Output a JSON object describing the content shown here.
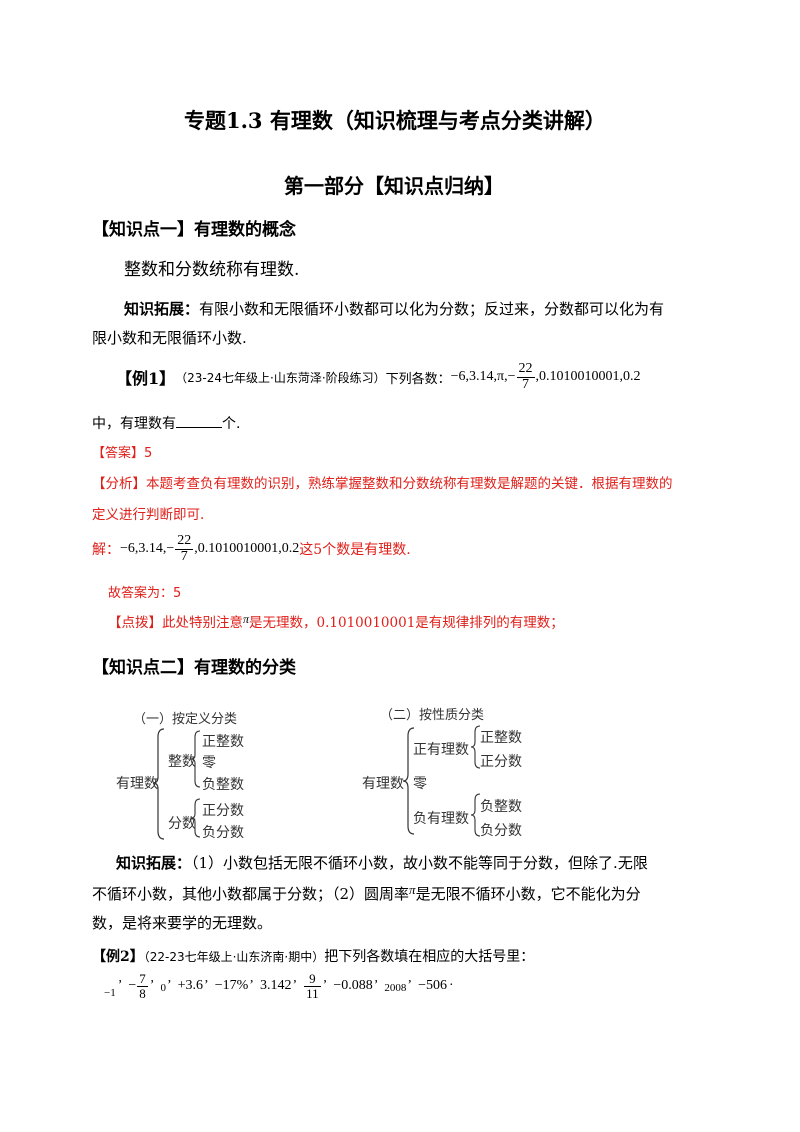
{
  "title": "专题1.3 有理数（知识梳理与考点分类讲解）",
  "part1": "第一部分【知识点归纳】",
  "kp1": {
    "heading": "【知识点一】有理数的概念",
    "definition": "整数和分数统称有理数.",
    "ext_label": "知识拓展：",
    "ext_text_1": "有限小数和无限循环小数都可以化为分数；反过来，分数都可以化为有",
    "ext_text_2": "限小数和无限循环小数."
  },
  "ex1": {
    "label": "【例1】",
    "source": "（23-24七年级上·山东菏泽·阶段练习）",
    "stem": "下列各数：",
    "nums_a": "−6,3.14,π,−",
    "frac_num": "22",
    "frac_den": "7",
    "nums_b": ",0.1010010001,0.2",
    "line2_a": "中，有理数有",
    "line2_b": "个."
  },
  "answer": {
    "label": "【答案】",
    "value": "5"
  },
  "analysis": {
    "label": "【分析】",
    "line1": "本题考查负有理数的识别，熟练掌握整数和分数统称有理数是解题的关键．根据有理数的",
    "line2": "定义进行判断即可."
  },
  "solution": {
    "label": "解：",
    "nums_a": "−6,3.14,−",
    "frac_num": "22",
    "frac_den": "7",
    "nums_b": ",0.1010010001,0.2",
    "text": "这5个数是有理数."
  },
  "conclusion": "故答案为：5",
  "tip": {
    "label": "【点拨】",
    "text_a": "此处特别注意",
    "pi": "π",
    "text_b": "是无理数，0.1010010001是有规律排列的有理数；"
  },
  "kp2": {
    "heading": "【知识点二】有理数的分类",
    "diagram1": {
      "title": "（一）按定义分类",
      "root": "有理数",
      "int": "整数",
      "frac": "分数",
      "pos_int": "正整数",
      "zero": "零",
      "neg_int": "负整数",
      "pos_frac": "正分数",
      "neg_frac": "负分数"
    },
    "diagram2": {
      "title": "（二）按性质分类",
      "root": "有理数",
      "pos": "正有理数",
      "zero": "零",
      "neg": "负有理数",
      "pos_int": "正整数",
      "pos_frac": "正分数",
      "neg_int": "负整数",
      "neg_frac": "负分数"
    },
    "ext_label": "知识拓展：",
    "ext_line1": "（1）小数包括无限不循环小数，故小数不能等同于分数，但除了.无限",
    "ext_line2_a": "不循环小数，其他小数都属于分数；（2）圆周率",
    "ext_pi": "π",
    "ext_line2_b": "是无限不循环小数，它不能化为分",
    "ext_line3": "数，是将来要学的无理数。"
  },
  "ex2": {
    "label": "【例2】",
    "source": "（22-23七年级上·山东济南·期中）",
    "stem": "把下列各数填在相应的大括号里：",
    "n1": "−1",
    "f1_sign": "−",
    "f1_num": "7",
    "f1_den": "8",
    "n2": "0",
    "n3": "+3.6",
    "n4": "−17%",
    "n5": "3.142",
    "f2_num": "9",
    "f2_den": "11",
    "n6": "−0.088",
    "n7": "2008",
    "n8": "−506",
    "sep": "’",
    "end": "·"
  }
}
